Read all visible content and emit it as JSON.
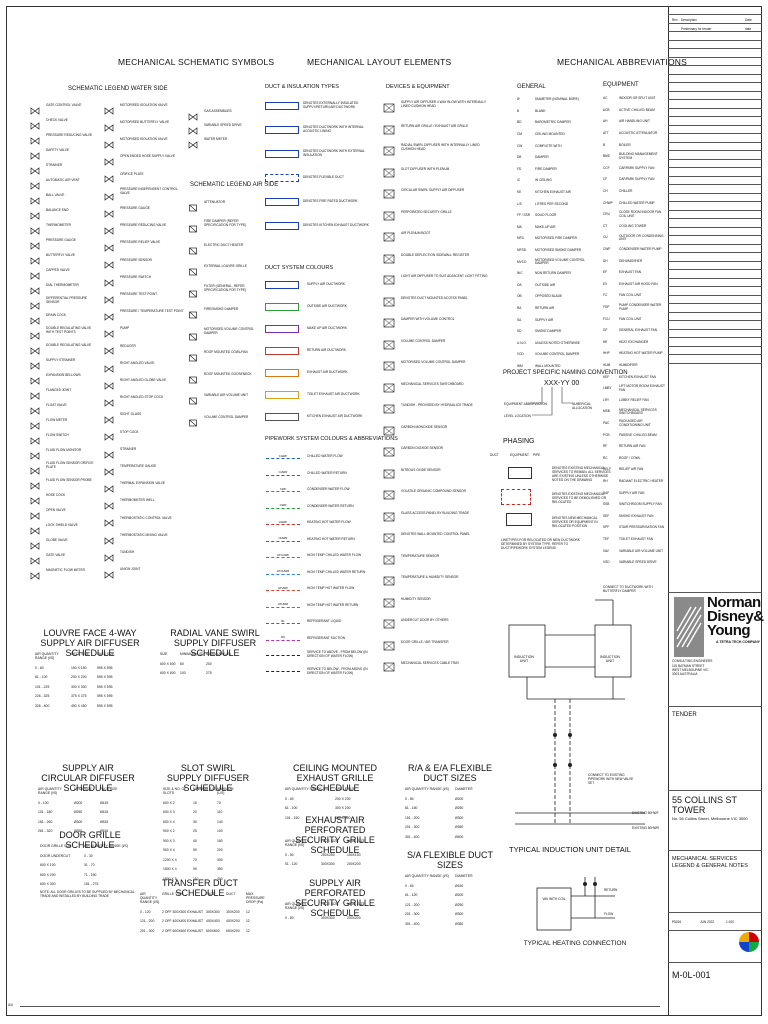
{
  "sheet": {
    "titles": {
      "schematic": "MECHANICAL SCHEMATIC SYMBOLS",
      "layout": "MECHANICAL LAYOUT ELEMENTS",
      "abbrev": "MECHANICAL ABBREVIATIONS"
    },
    "subtitles": {
      "legend_water": "SCHEMATIC LEGEND WATER SIDE",
      "legend_air": "SCHEMATIC LEGEND AIR SIDE",
      "duct_types": "DUCT & INSULATION TYPES",
      "devices": "DEVICES & EQUIPMENT",
      "general": "GENERAL",
      "equipment": "EQUIPMENT",
      "duct_colours": "DUCT SYSTEM COLOURS",
      "pipework": "PIPEWORK SYSTEM COLOURS & ABBREVIATIONS",
      "naming": "PROJECT SPECIFIC NAMING CONVENTION",
      "naming_code": "XXX-YY 00",
      "phasing": "PHASING"
    },
    "water_symbols_col1": [
      "GATE CONTROL VALVE",
      "CHECK VALVE",
      "PRESSURE REDUCING VALVE",
      "SAFETY VALVE",
      "STRAINER",
      "AUTOMATIC AIR VENT",
      "BALL VALVE",
      "BALANCE END",
      "THERMOMETER",
      "PRESSURE GAUGE",
      "BUTTERFLY VALVE",
      "CAPPED VALVE",
      "DIAL THERMOMETER",
      "DIFFERENTIAL PRESSURE SENSOR",
      "DRAIN COCK",
      "DOUBLE REGULATING VALVE WITH TEST POINTS",
      "DOUBLE REGULATING VALVE",
      "SUPPLY STRAINER",
      "EXPANSION BELLOWS",
      "FLANGED JOINT",
      "FLOAT VALVE",
      "FLOW METER",
      "FLOW SWITCH",
      "FLUID FLOW MONITOR",
      "FLUID FLOW SENSOR ORIFICE PLATE",
      "FLUID FLOW SENSOR PROBE",
      "HOSE COCK",
      "OPEN VALVE",
      "LOCK SHIELD VALVE",
      "GLOBE VALVE",
      "GATE VALVE",
      "MAGNETIC FLOW METER"
    ],
    "water_symbols_col2": [
      "MOTORISED ISOLATION VALVE",
      "MOTORISED BUTTERFLY VALVE",
      "MOTORISED ISOLATION VALVE",
      "OPEN ENDED HOSE SUPPLY VALVE",
      "ORIFICE PLATE",
      "PRESSURE INDEPENDENT CONTROL VALVE",
      "PRESSURE GAUGE",
      "PRESSURE REDUCING VALVE",
      "PRESSURE RELIEF VALVE",
      "PRESSURE SENSOR",
      "PRESSURE SWITCH",
      "PRESSURE TEST POINT",
      "PRESSURE / TEMPERATURE TEST POINT",
      "PUMP",
      "REDUCER",
      "RIGHT ANGLED VALVE",
      "RIGHT ANGLED GLOBE VALVE",
      "RIGHT ANGLED STOP COCK",
      "SIGHT GLASS",
      "STOP COCK",
      "STRAINER",
      "TEMPERATURE GAUGE",
      "THERMAL EXPANSION VALVE",
      "THERMOMETER WELL",
      "THERMOSTATIC CONTROL VALVE",
      "THERMOSTATIC MIXING VALVE",
      "TUNDISH",
      "UNION JOINT"
    ],
    "water_symbols_col3": [
      "GAS ASSEMBLIES",
      "VARIABLE SPEED DRIVE",
      "WATER METER"
    ],
    "air_symbols": [
      "ATTENUATOR",
      "FIRE DAMPER (REFER SPECIFICATION FOR TYPE)",
      "ELECTRIC DUCT HEATER",
      "EXTERNAL LOUVRE GRILLE",
      "FILTER (GENERAL, REFER SPECIFICATION FOR TYPE)",
      "FIRE/SMOKE DAMPER",
      "MOTORISED VOLUME CONTROL DAMPER",
      "ROOF MOUNTED COWL/FAN",
      "ROOF MOUNTED GOOSENECK",
      "VARIABLE AIR VOLUME UNIT",
      "VOLUME CONTROL DAMPER"
    ],
    "duct_types": [
      "DENOTES EXTERNALLY INSULATED SUPPLY/RETURN AIR DUCTWORK",
      "DENOTES DUCTWORK WITH INTERNAL ACOUSTIC LINING",
      "DENOTES DUCTWORK WITH EXTERNAL INSULATION",
      "DENOTES FLEXIBLE DUCT",
      "DENOTES FIRE RATED DUCTWORK",
      "DENOTES KITCHEN EXHAUST DUCTWORK"
    ],
    "duct_colours": [
      "SUPPLY AIR DUCTWORK",
      "OUTSIDE AIR DUCTWORK",
      "MAKE UP AIR DUCTWORK",
      "RETURN AIR DUCTWORK",
      "EXHAUST AIR DUCTWORK",
      "TOILET EXHAUST AIR DUCTWORK",
      "KITCHEN EXHAUST AIR DUCTWORK"
    ],
    "duct_colour_codes": [
      "#1c3fb5",
      "#2e9e3a",
      "#7a2fb0",
      "#c0392b",
      "#d67a17",
      "#d1a51b",
      "#555555"
    ],
    "pipework": [
      {
        "code": "CHWF",
        "label": "CHILLED WATER FLOW",
        "color": "#1e5fd0"
      },
      {
        "code": "CHWR",
        "label": "CHILLED WATER RETURN",
        "color": "#1e5fd0"
      },
      {
        "code": "CWF",
        "label": "CONDENSER WATER FLOW",
        "color": "#1b9c3a"
      },
      {
        "code": "CWR",
        "label": "CONDENSER WATER RETURN",
        "color": "#1b9c3a"
      },
      {
        "code": "HHWF",
        "label": "HEATING HOT WATER FLOW",
        "color": "#d12c2c"
      },
      {
        "code": "HHWR",
        "label": "HEATING HOT WATER RETURN",
        "color": "#d12c2c"
      },
      {
        "code": "HTCHWF",
        "label": "HIGH TEMP CHILLED WATER FLOW",
        "color": "#2a7fe0"
      },
      {
        "code": "HTCHWR",
        "label": "HIGH TEMP CHILLED WATER RETURN",
        "color": "#2a7fe0"
      },
      {
        "code": "HTHWF",
        "label": "HIGH TEMP HOT WATER FLOW",
        "color": "#e0422c"
      },
      {
        "code": "HTHWR",
        "label": "HIGH TEMP HOT WATER RETURN",
        "color": "#e0422c"
      },
      {
        "code": "RL",
        "label": "REFRIGERANT LIQUID",
        "color": "#b228c2"
      },
      {
        "code": "RS",
        "label": "REFRIGERANT SUCTION",
        "color": "#b228c2"
      },
      {
        "code": "",
        "label": "SERVICE TO ABOVE - FROM BELOW (IN DIRECTION OF WATER FLOW)",
        "color": "#222222"
      },
      {
        "code": "",
        "label": "SERVICE TO BELOW - FROM ABOVE (IN DIRECTION OF WATER FLOW)",
        "color": "#222222"
      }
    ],
    "devices": [
      "SUPPLY AIR DIFFUSER 4 WAY BLOW WITH INTERNALLY LINED CUSHION HEAD",
      "RETURN AIR GRILLE / EXHAUST AIR GRILLE",
      "RADIAL SWIRL DIFFUSER WITH INTERNALLY LINED CUSHION HEAD",
      "SLOT DIFFUSER WITH PLENUM",
      "CIRCULAR SWIRL SUPPLY AIR DIFFUSER",
      "PERFORATED SECURITY GRILLE",
      "AIR PLENUM BOOT",
      "DOUBLE DEFLECTION SIDEWALL REGISTER",
      "LIGHT AIR DIFFUSER TO SUIT ADJACENT LIGHT FITTING",
      "DENOTES DUCT MOUNTED ACCESS PANEL",
      "DAMPER WITH VOLUME CONTROL",
      "VOLUME CONTROL DAMPER",
      "MOTORISED VOLUME CONTROL DAMPER",
      "MECHANICAL SERVICES SWITCHBOARD",
      "TUNDISH - PROVIDED BY HYDRAULICS TRADE",
      "CARBON MONOXIDE SENSOR",
      "CARBON DIOXIDE SENSOR",
      "NITROUS OXIDE SENSOR",
      "VOLATILE ORGANIC COMPOUND SENSOR",
      "GLASS ACCESS PANEL BY BUILDING TRADE",
      "DENOTES WALL MOUNTED CONTROL PANEL",
      "TEMPERATURE SENSOR",
      "TEMPERATURE & HUMIDITY SENSOR",
      "HUMIDITY SENSOR",
      "UNDERCUT DOOR BY OTHERS",
      "DOOR GRILLE / AIR TRANSFER",
      "MECHANICAL SERVICES CABLE TRAY"
    ],
    "general_abbrev": [
      [
        "Ø",
        "DIAMETER (NOMINAL BORE)"
      ],
      [
        "B",
        "BLANK"
      ],
      [
        "BD",
        "BAROMETRIC DAMPER"
      ],
      [
        "CM",
        "CEILING MOUNTED"
      ],
      [
        "CW",
        "COMPLETE WITH"
      ],
      [
        "DB",
        "DAMPER"
      ],
      [
        "FD",
        "FIRE DAMPER"
      ],
      [
        "IC",
        "IN CEILING"
      ],
      [
        "KE",
        "KITCHEN EXHAUST AIR"
      ],
      [
        "L/S",
        "LITRES PER SECOND"
      ],
      [
        "FF / SSR",
        "SOLID FLOOR"
      ],
      [
        "MA",
        "MAKE-UP AIR"
      ],
      [
        "MFD",
        "MOTORISED FIRE DAMPER"
      ],
      [
        "MFSD",
        "MOTORISED SMOKE DAMPER"
      ],
      [
        "MVCD",
        "MOTORISED VOLUME CONTROL DAMPER"
      ],
      [
        "NIC",
        "NON RETURN DAMPER"
      ],
      [
        "OA",
        "OUTSIDE AIR"
      ],
      [
        "OB",
        "OPPOSED BLADE"
      ],
      [
        "RA",
        "RETURN AIR"
      ],
      [
        "SA",
        "SUPPLY AIR"
      ],
      [
        "SD",
        "SMOKE DAMPER"
      ],
      [
        "U.N.O.",
        "UNLESS NOTED OTHERWISE"
      ],
      [
        "VCD",
        "VOLUME CONTROL DAMPER"
      ],
      [
        "WM",
        "WALL MOUNTED"
      ]
    ],
    "equipment_abbrev": [
      [
        "AC",
        "INDOOR OR SPLIT UNIT"
      ],
      [
        "ACB",
        "ACTIVE CHILLED BEAM"
      ],
      [
        "AH",
        "AIR HANDLING UNIT"
      ],
      [
        "ATT",
        "ACOUSTIC ATTENUATOR"
      ],
      [
        "B",
        "BOILER"
      ],
      [
        "BMS",
        "BUILDING MANAGEMENT SYSTEM"
      ],
      [
        "CCF",
        "CARPARK SUPPLY FAN"
      ],
      [
        "CF",
        "CARPARK SUPPLY FAN"
      ],
      [
        "CH",
        "CHILLER"
      ],
      [
        "CHWP",
        "CHILLED WATER PUMP"
      ],
      [
        "CRU",
        "CLOSE ROOM INDOOR FAN COIL UNIT"
      ],
      [
        "CT",
        "COOLING TOWER"
      ],
      [
        "CU",
        "OUTDOOR OR CONDENSING UNIT"
      ],
      [
        "CWP",
        "CONDENSER WATER PUMP"
      ],
      [
        "DH",
        "DEHUMIDIFIER"
      ],
      [
        "EF",
        "EXHAUST FAN"
      ],
      [
        "EX",
        "EXHAUST AIR HOOD FAN"
      ],
      [
        "FC",
        "FAN COIL UNIT"
      ],
      [
        "FDP",
        "PUMP CONDENSER WATER PUMP"
      ],
      [
        "FCU",
        "FAN COIL UNIT"
      ],
      [
        "GF",
        "GENERAL EXHAUST FAN"
      ],
      [
        "HE",
        "HEAT EXCHANGER"
      ],
      [
        "HHP",
        "HEATING HOT WATER PUMP"
      ],
      [
        "HUM",
        "HUMIDIFIER"
      ],
      [
        "KEF",
        "KITCHEN EXHAUST FAN"
      ],
      [
        "LMBY",
        "LIFT MOTOR ROOM EXHAUST FAN"
      ],
      [
        "LRY",
        "LOBBY RELIEF FAN"
      ],
      [
        "MSB",
        "MECHANICAL SERVICES SWITCHBOARD"
      ],
      [
        "PAC",
        "PACKAGED AIR CONDITIONING UNIT"
      ],
      [
        "PCB",
        "PASSIVE CHILLED BEAM"
      ],
      [
        "RF",
        "RETURN AIR FAN"
      ],
      [
        "RC",
        "ROOF / COWL"
      ],
      [
        "RELF",
        "RELIEF AIR FAN"
      ],
      [
        "RH",
        "RADIANT ELECTRIC HEATER"
      ],
      [
        "SAF",
        "SUPPLY AIR FAN"
      ],
      [
        "SSB",
        "SWITCHROOM SUPPLY FAN"
      ],
      [
        "SEF",
        "SMOKE EXHAUST FAN"
      ],
      [
        "SPF",
        "STAIR PRESSURISATION FAN"
      ],
      [
        "TEF",
        "TOILET EXHAUST FAN"
      ],
      [
        "VAV",
        "VARIABLE AIR VOLUME UNIT"
      ],
      [
        "VSD",
        "VARIABLE SPEED DRIVE"
      ]
    ],
    "naming_labels": [
      "EQUIPMENT ABBREVIATION",
      "LEVEL LOCATION",
      "NUMERICAL ALLOCATION"
    ],
    "phasing_labels": [
      "DUCT",
      "EQUIPMENT",
      "PIPE"
    ],
    "phasing_items": [
      "DENOTES EXISTING MECHANICAL SERVICES TO REMAIN. ALL SERVICES ARE EXISTING UNLESS OTHERWISE NOTED ON THE DRAWING",
      "DENOTES EXISTING MECHANICAL SERVICES TO BE DEMOLISHED OR RELOCATED",
      "DENOTES NEW MECHANICAL SERVICES OR EQUIPMENT IN RELOCATED POSITION"
    ],
    "phasing_note": "LINETYPES FOR RELOCATED OR NEW DUCTWORK DETERMINED BY SYSTEM TYPE. REFER TO DUCT/PIPEWORK SYSTEM LEGEND",
    "schedules": {
      "louvre": {
        "title": "LOUVRE FACE 4-WAY SUPPLY AIR DIFFUSER SCHEDULE",
        "headers": [
          "AIR QUANTITY RANGE (l/S)",
          "NECK SIZE",
          "FACE SIZE"
        ],
        "rows": [
          [
            "0 - 60",
            "150 X 150",
            "595 X 595"
          ],
          [
            "61 - 100",
            "200 X 200",
            "595 X 595"
          ],
          [
            "101 - 225",
            "300 X 300",
            "595 X 595"
          ],
          [
            "226 - 325",
            "375 X 375",
            "595 X 595"
          ],
          [
            "326 - 400",
            "450 X 450",
            "595 X 595"
          ]
        ]
      },
      "radial": {
        "title": "RADIAL VANE SWIRL SUPPLY DIFFUSER SCHEDULE",
        "headers": [
          "SIZE",
          "MINIMUM (L/S)",
          "MAXIMUM (L/S)"
        ],
        "rows": [
          [
            "600 X 600",
            "60",
            "200"
          ],
          [
            "600 X 600",
            "100",
            "275"
          ]
        ]
      },
      "circular": {
        "title": "SUPPLY AIR CIRCULAR DIFFUSER SCHEDULE",
        "headers": [
          "AIR QUANTITY RANGE (l/S)",
          "NECK SIZE",
          "FACE SIZE"
        ],
        "rows": [
          [
            "0 - 100",
            "Ø200",
            "Ø415"
          ],
          [
            "101 - 180",
            "Ø250",
            "Ø415"
          ],
          [
            "181 - 260",
            "Ø300",
            "Ø515"
          ],
          [
            "261 - 320",
            "Ø350",
            "Ø515"
          ]
        ]
      },
      "slot": {
        "title": "SLOT SWIRL SUPPLY DIFFUSER SCHEDULE",
        "headers": [
          "SIZE & NO. OF SLOTS",
          "MINIMUM (L/S)",
          "MAXIMUM (L/S)"
        ],
        "rows": [
          [
            "600 X 2",
            "15",
            "70"
          ],
          [
            "600 X 3",
            "20",
            "110"
          ],
          [
            "600 X 4",
            "30",
            "140"
          ],
          [
            "900 X 2",
            "25",
            "100"
          ],
          [
            "900 X 3",
            "40",
            "160"
          ],
          [
            "900 X 4",
            "50",
            "200"
          ],
          [
            "1200 X 4",
            "70",
            "300"
          ],
          [
            "1500 X 4",
            "90",
            "350"
          ],
          [
            "1500 X 5",
            "110",
            "400"
          ]
        ]
      },
      "ceiling_exhaust": {
        "title": "CEILING MOUNTED EXHAUST GRILLE SCHEDULE",
        "headers": [
          "AIR QUANTITY RANGE (l/S)",
          "GRILLE SIZE"
        ],
        "rows": [
          [
            "0 - 60",
            "200 X 200"
          ],
          [
            "61 - 100",
            "300 X 200"
          ],
          [
            "101 - 150",
            "300 X 300"
          ]
        ]
      },
      "security_exhaust": {
        "title": "EXHAUST AIR PERFORATED SECURITY GRILLE SCHEDULE",
        "headers": [
          "AIR QUANTITY RANGE (l/S)",
          "FACE SIZE",
          "NECK SIZE"
        ],
        "rows": [
          [
            "0 - 50",
            "250X250",
            "150X150"
          ],
          [
            "51 - 120",
            "300X300",
            "200X200"
          ]
        ]
      },
      "ra_flex": {
        "title": "R/A & E/A FLEXIBLE DUCT SIZES",
        "headers": [
          "AIR QUANTITY RANGE (l/S)",
          "DIAMETER"
        ],
        "rows": [
          [
            "0 - 80",
            "Ø200"
          ],
          [
            "81 - 150",
            "Ø250"
          ],
          [
            "151 - 200",
            "Ø300"
          ],
          [
            "201 - 300",
            "Ø350"
          ],
          [
            "301 - 400",
            "Ø400"
          ]
        ]
      },
      "sa_flex": {
        "title": "S/A FLEXIBLE DUCT SIZES",
        "headers": [
          "AIR QUANTITY RANGE (l/S)",
          "DIAMETER"
        ],
        "rows": [
          [
            "0 - 60",
            "Ø150"
          ],
          [
            "61 - 120",
            "Ø200"
          ],
          [
            "121 - 200",
            "Ø250"
          ],
          [
            "201 - 300",
            "Ø300"
          ],
          [
            "301 - 400",
            "Ø350"
          ]
        ]
      },
      "door": {
        "title": "DOOR GRILLE SCHEDULE",
        "headers": [
          "DOOR GRILLE SIZE",
          "AIR QUANTITY RANGE (l/S)"
        ],
        "rows": [
          [
            "DOOR UNDERCUT",
            "0 - 30"
          ],
          [
            "600 X 100",
            "31 - 70"
          ],
          [
            "600 X 200",
            "71 - 150"
          ],
          [
            "600 X 300",
            "151 - 275"
          ]
        ],
        "note": "NOTE: ALL DOOR GRILLES TO BE SUPPLIED BY MECHANICAL TRADE AND INSTALLED BY BUILDING TRADE"
      },
      "transfer": {
        "title": "TRANSFER DUCT SCHEDULE",
        "headers": [
          "AIR QUANTITY RANGE (l/S)",
          "GRILLE TYPE",
          "FACE",
          "DUCT",
          "MAX PRESSURE DROP (Pa)"
        ],
        "rows": [
          [
            "0 - 120",
            "2 OFF 300X300 EXHAUST",
            "300X300",
            "300X200",
            "12"
          ],
          [
            "121 - 200",
            "2 OFF 400X400 EXHAUST",
            "400X400",
            "400X200",
            "12"
          ],
          [
            "201 - 300",
            "2 OFF 600X600 EXHAUST",
            "600X600",
            "600X200",
            "12"
          ]
        ]
      },
      "supply_security": {
        "title": "SUPPLY AIR PERFORATED SECURITY GRILLE SCHEDULE",
        "headers": [
          "AIR QUANTITY RANGE (l/S)",
          "FACE SIZE",
          "NECK SIZE"
        ],
        "rows": [
          [
            "0 - 80",
            "300X300",
            "200X200"
          ]
        ]
      }
    },
    "details": {
      "induction_title": "TYPICAL INDUCTION UNIT DETAIL",
      "heating_title": "TYPICAL HEATING CONNECTION",
      "induction_unit": "INDUCTION UNIT",
      "connect_duct": "CONNECT TO DUCTWORK WITH BUTTERFLY DAMPER",
      "connect_pipe": "CONNECT TO EXISTING PIPEWORK WITH NEW VALVE SET",
      "existing_1": "EXISTING 50HWF",
      "existing_2": "EXISTING 50HWR",
      "heating_coil": "VAV WITH COIL",
      "heating_return": "RETURN",
      "heating_flow": "FLOW"
    },
    "title_block": {
      "rev_header": [
        "Rev",
        "Description",
        "Date"
      ],
      "rev_row": [
        "",
        "Preliminary for tender",
        "date"
      ],
      "company": "Norman Disney & Young",
      "company_lines": [
        "Norman",
        "Disney&",
        "Young"
      ],
      "tetra": "A TETRA TECH COMPANY",
      "consultants": "CONSULTING ENGINEERS",
      "address": "115 BATMAN STREET WEST MELBOURNE VIC 3003 AUSTRALIA",
      "stage": "TENDER",
      "project": "55 COLLINS ST TOWER",
      "address2": "No. 55 Collins Street, Melbourne VIC 3000",
      "drawing_title": "MECHANICAL SERVICES LEGEND & GENERAL NOTES",
      "drawing_no": "M-0L-001",
      "job": "P5026",
      "date": "JUN 2022",
      "scale": "1:100"
    },
    "footer": "A/U"
  }
}
